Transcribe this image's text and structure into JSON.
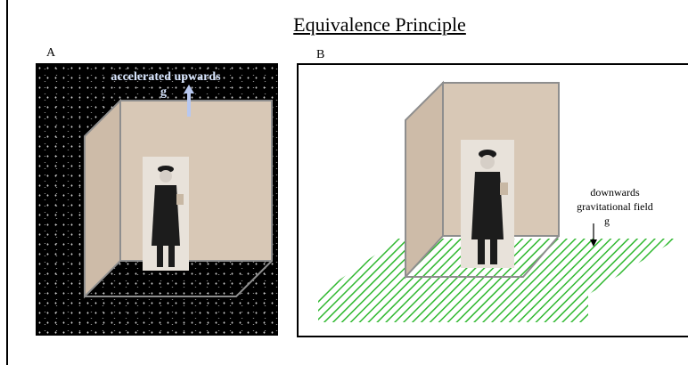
{
  "title": "Equivalence Principle",
  "panel_a": {
    "label": "A",
    "annotation": "accelerated upwards",
    "symbol": "g"
  },
  "panel_b": {
    "label": "B",
    "annotation_line1": "downwards",
    "annotation_line2": "gravitational field",
    "symbol": "g"
  },
  "colors": {
    "space": "#000000",
    "box_wall": "#d8c8b6",
    "box_edge": "#8e8e8e",
    "floor_hatch": "#2fb82f",
    "accel_arrow": "#b8c8f0"
  }
}
